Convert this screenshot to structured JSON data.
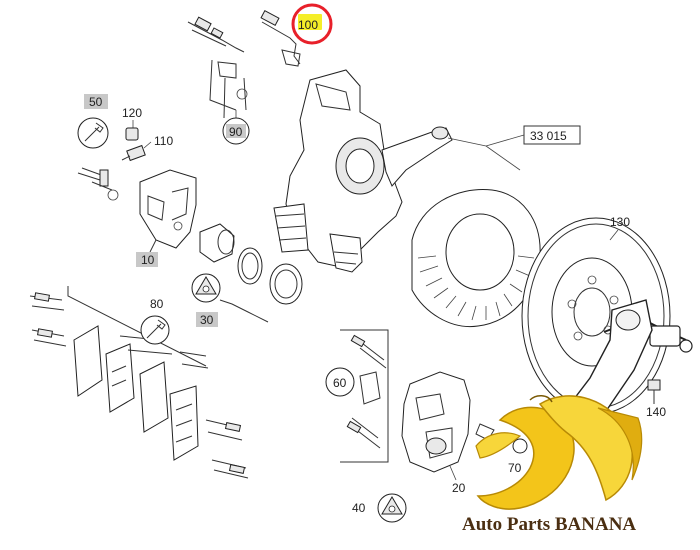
{
  "callouts": {
    "c100": "100",
    "c50": "50",
    "c120": "120",
    "c110": "110",
    "c90": "90",
    "c33015": "33 015",
    "c130": "130",
    "c10": "10",
    "c80": "80",
    "c30": "30",
    "c60": "60",
    "c140": "140",
    "c70": "70",
    "c20": "20",
    "c40": "40"
  },
  "highlight": {
    "callout": "100",
    "ring_color": "#e8202a",
    "fill_color": "#f5ee28"
  },
  "watermark": {
    "text": "Auto Parts BANANA",
    "text_color": "#4b2f12",
    "banana_color": "#f3c51a"
  }
}
